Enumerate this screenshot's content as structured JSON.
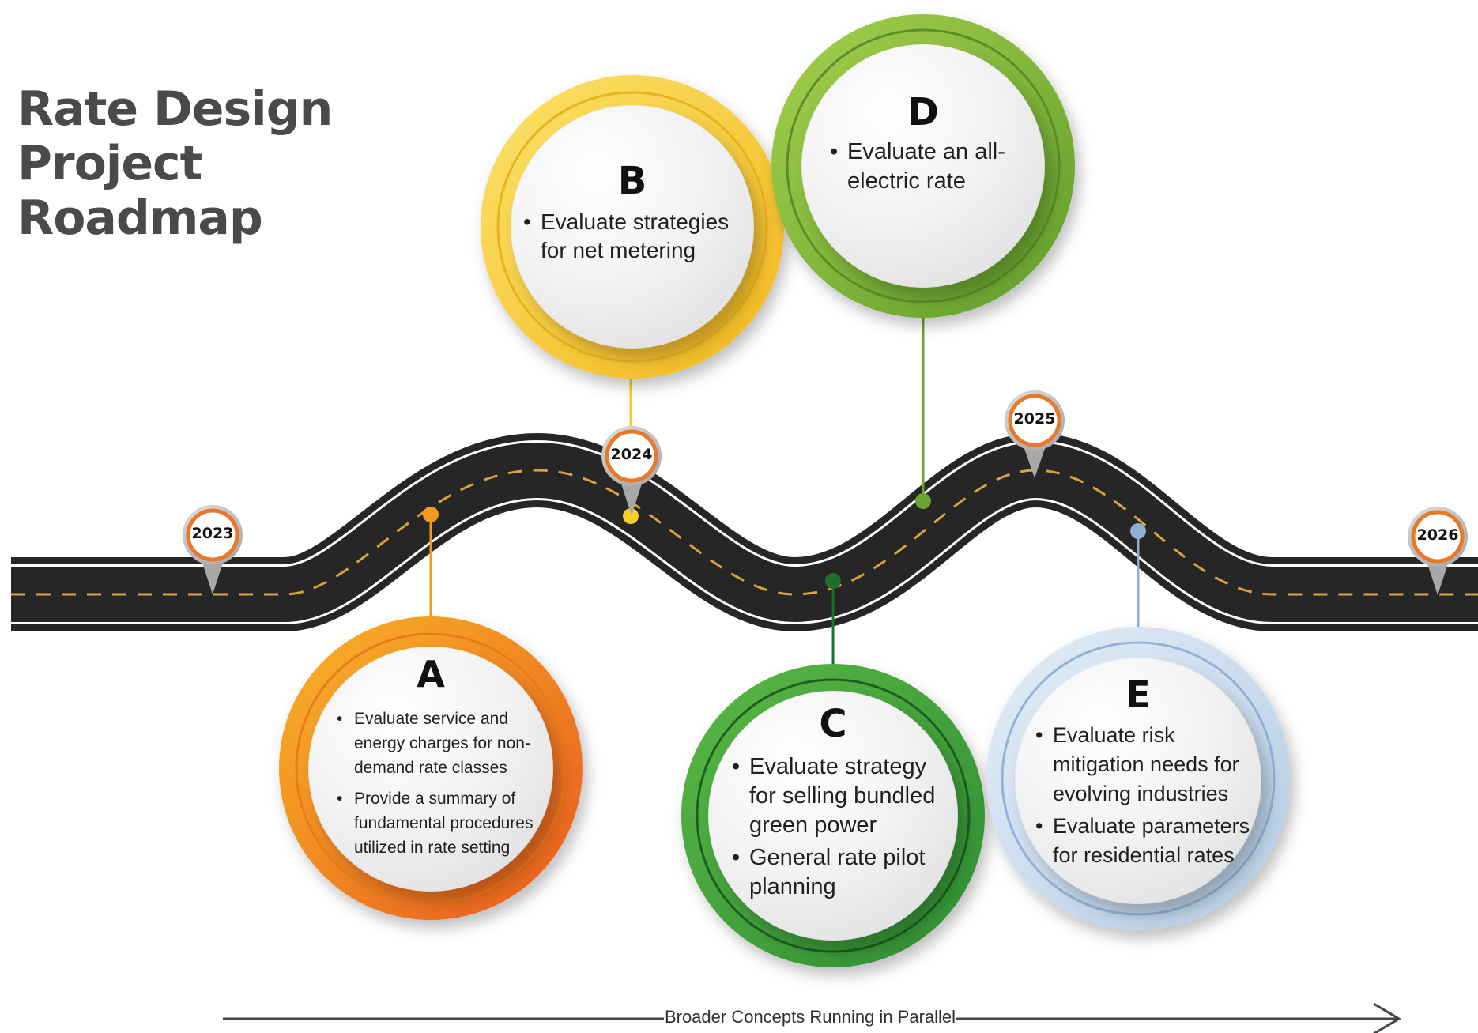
{
  "title": {
    "lines": [
      "Rate Design",
      "Project",
      "Roadmap"
    ]
  },
  "years": [
    "2023",
    "2024",
    "2025",
    "2026"
  ],
  "milestones": [
    {
      "letter": "A",
      "color": "#f39a1e",
      "bullets": [
        "Evaluate service and energy charges for non-demand rate classes",
        "Provide a summary of fundamental procedures utilized in rate setting"
      ]
    },
    {
      "letter": "B",
      "color": "#f6cf2a",
      "bullets": [
        "Evaluate strategies for net metering"
      ]
    },
    {
      "letter": "C",
      "color": "#4aa63a",
      "bullets": [
        "Evaluate strategy for selling bundled green power",
        "General rate pilot planning"
      ]
    },
    {
      "letter": "D",
      "color": "#86bd3f",
      "bullets": [
        "Evaluate an all-electric rate"
      ]
    },
    {
      "letter": "E",
      "color": "#c9dcef",
      "bullets": [
        "Evaluate risk mitigation needs for evolving industries",
        "Evaluate parameters for residential rates"
      ]
    }
  ],
  "footer": {
    "note": "Broader Concepts Running in Parallel"
  },
  "colors": {
    "road": "#262626",
    "dash": "#d9a240",
    "title": "#4a4a4a",
    "marker_ring": "#e8792b"
  }
}
